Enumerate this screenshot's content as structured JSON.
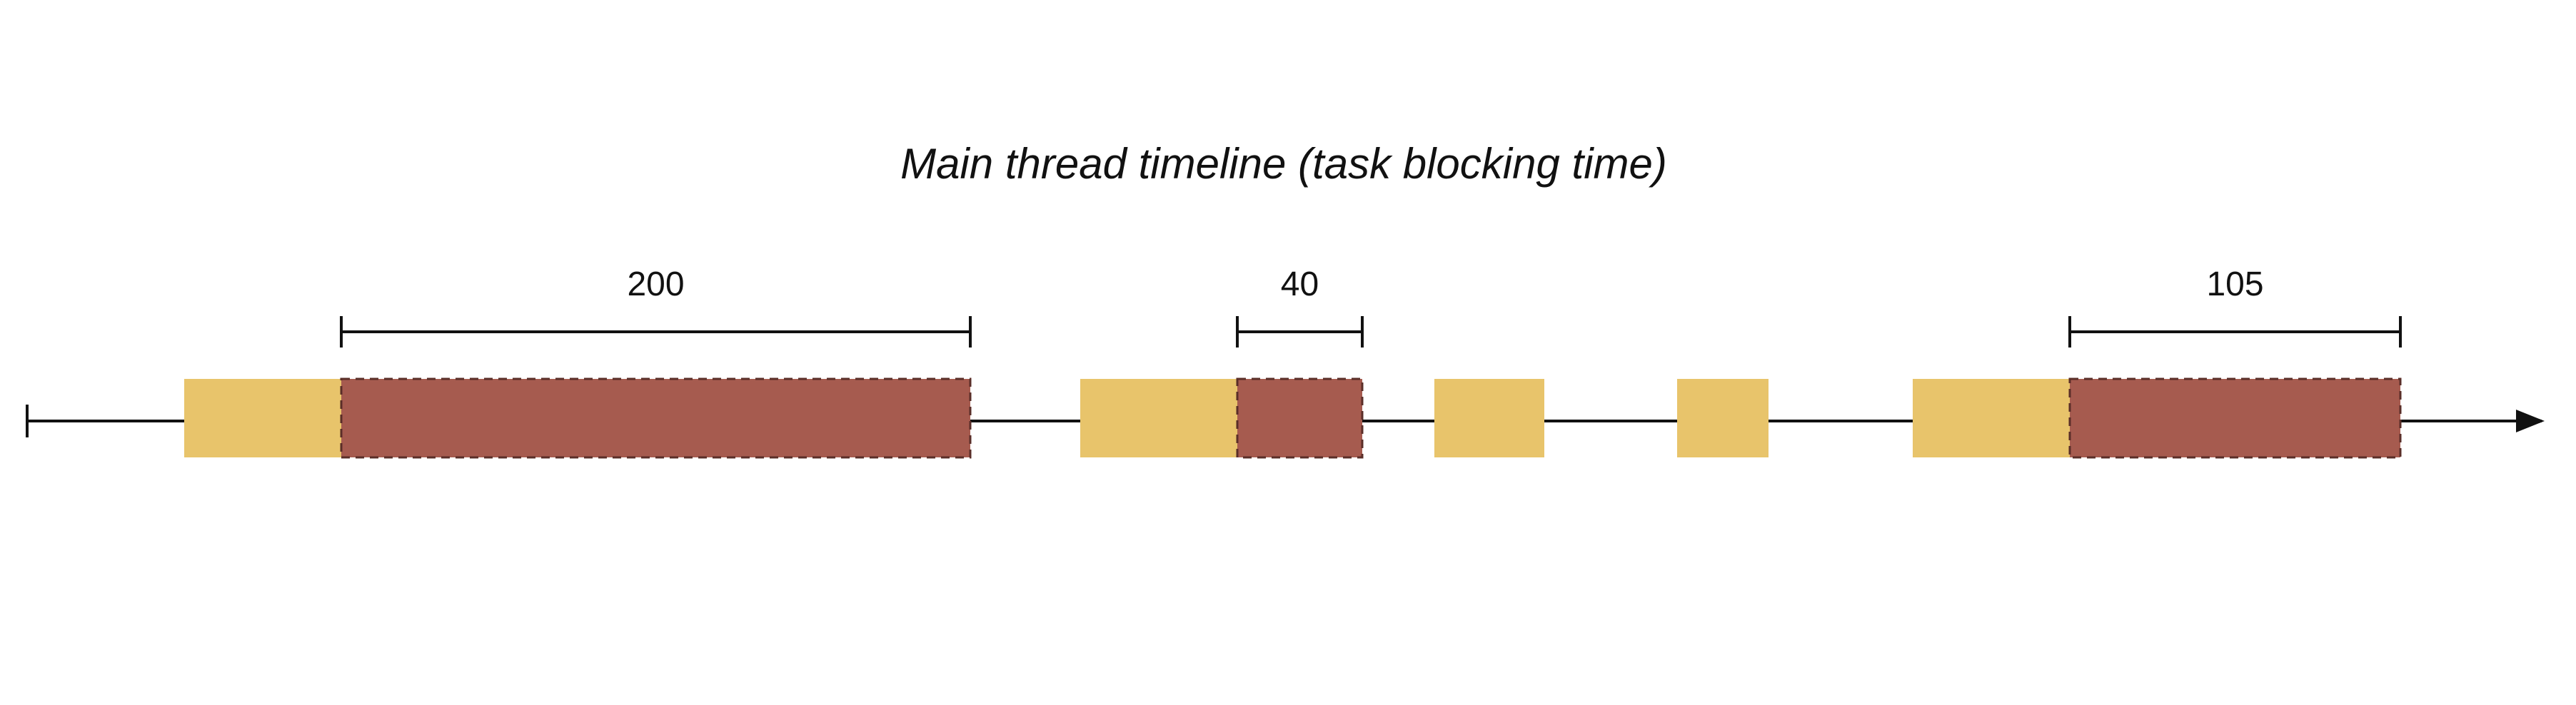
{
  "title": "Main thread timeline (task blocking time)",
  "colors": {
    "task": "#E8C46B",
    "blocking": "#A65B4F",
    "blocking_border": "#5A2E28",
    "line": "#111111",
    "background": "#FFFFFF"
  },
  "timeline": {
    "start_cap": "tick",
    "end_cap": "arrow-icon"
  },
  "tasks": [
    {
      "has_blocking": true,
      "blocking_label": "200"
    },
    {
      "has_blocking": true,
      "blocking_label": "40"
    },
    {
      "has_blocking": false
    },
    {
      "has_blocking": false
    },
    {
      "has_blocking": true,
      "blocking_label": "105"
    }
  ]
}
